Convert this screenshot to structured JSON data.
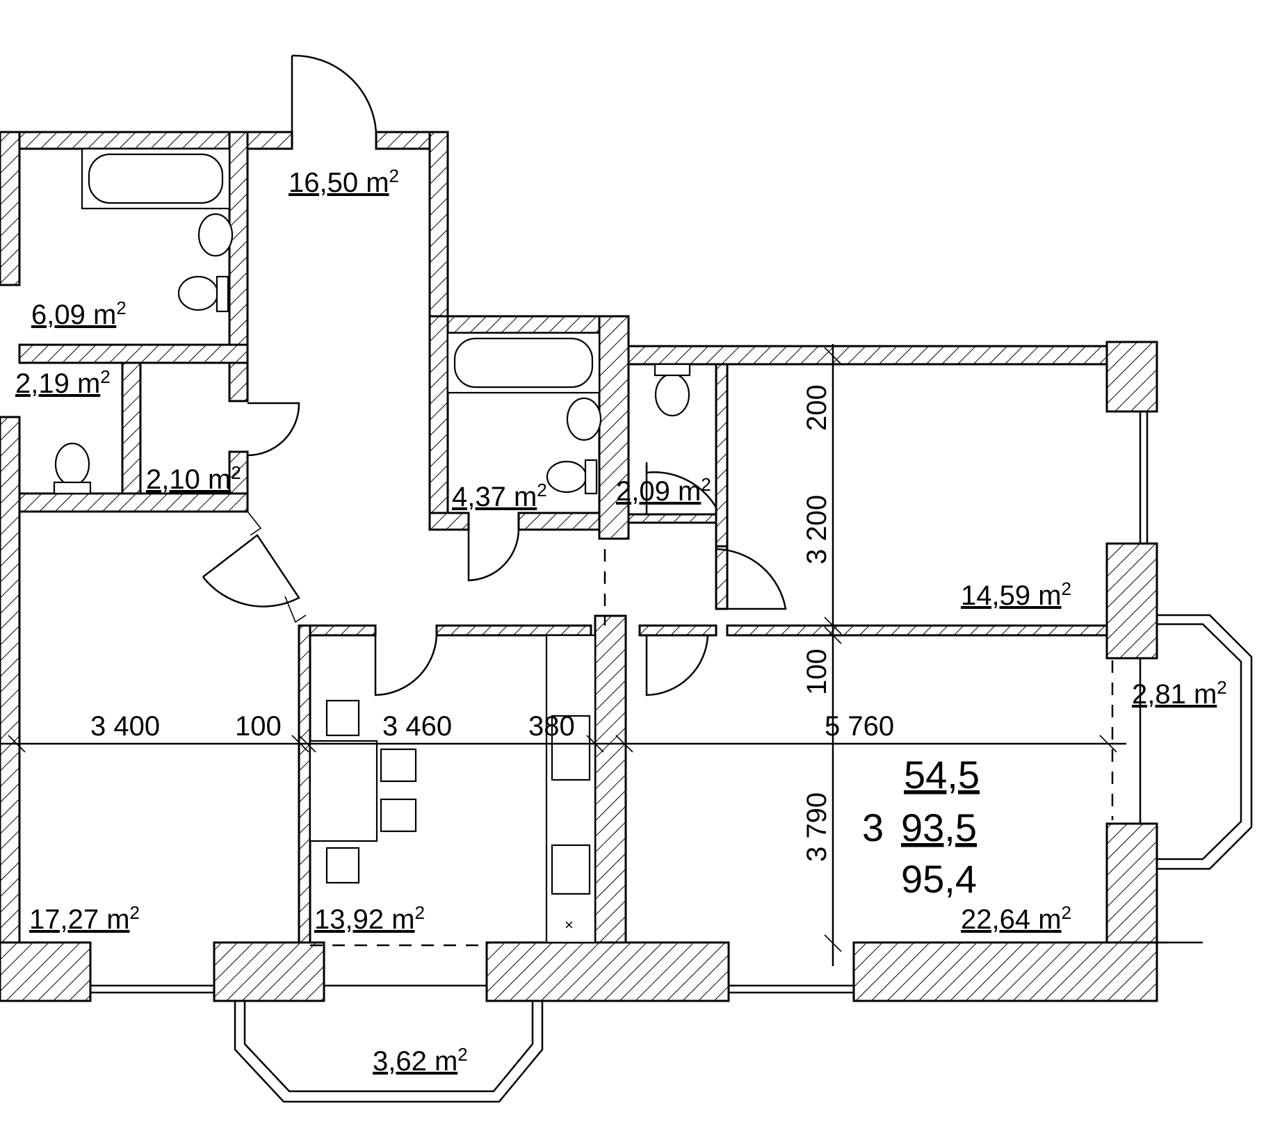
{
  "rooms": {
    "hall": {
      "area": "16,50 m",
      "sup": "2"
    },
    "bathroom_1": {
      "area": "6,09 m",
      "sup": "2"
    },
    "toilet_1": {
      "area": "2,19 m",
      "sup": "2"
    },
    "closet": {
      "area": "2,10 m",
      "sup": "2"
    },
    "bathroom_2": {
      "area": "4,37 m",
      "sup": "2"
    },
    "toilet_2": {
      "area": "2,09 m",
      "sup": "2"
    },
    "bedroom": {
      "area": "14,59 m",
      "sup": "2"
    },
    "living_left": {
      "area": "17,27 m",
      "sup": "2"
    },
    "kitchen": {
      "area": "13,92 m",
      "sup": "2"
    },
    "living_right": {
      "area": "22,64 m",
      "sup": "2"
    },
    "balcony_right": {
      "area": "2,81 m",
      "sup": "2"
    },
    "balcony_bottom": {
      "area": "3,62 m",
      "sup": "2"
    }
  },
  "dimensions": {
    "w1": "3 400",
    "w2": "100",
    "w3": "3 460",
    "w4": "380",
    "w5": "5 760",
    "v1": "200",
    "v2": "3 200",
    "v3": "100",
    "v4": "3 790"
  },
  "summary": {
    "rooms_count": "3",
    "living_area": "54,5",
    "total_area": "93,5",
    "total_with_balconies": "95,4"
  }
}
